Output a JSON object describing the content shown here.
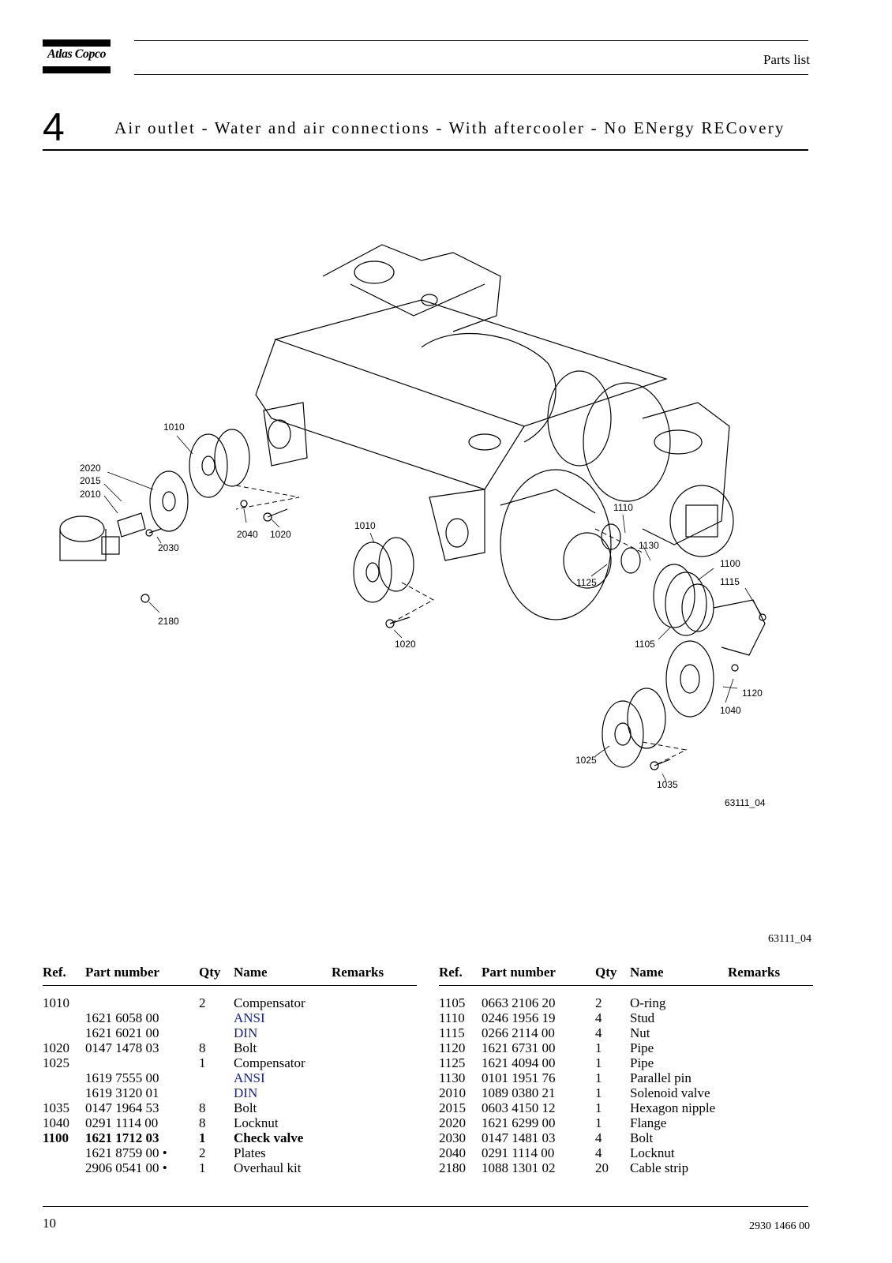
{
  "header": {
    "brand": "Atlas Copco",
    "section_label": "Parts list"
  },
  "section": {
    "number": "4",
    "title": "Air outlet - Water and air connections - With aftercooler - No ENergy RECovery"
  },
  "figure": {
    "inner_ref": "63111_04",
    "ref": "63111_04",
    "callouts": [
      "1010",
      "2020",
      "2015",
      "2010",
      "2040",
      "1020",
      "2030",
      "1010",
      "2180",
      "1020",
      "1110",
      "1130",
      "1100",
      "1125",
      "1115",
      "1105",
      "1120",
      "1040",
      "1025",
      "1035"
    ]
  },
  "table": {
    "headers": {
      "ref": "Ref.",
      "part": "Part number",
      "qty": "Qty",
      "name": "Name",
      "remarks": "Remarks"
    },
    "left": [
      {
        "ref": "1010",
        "part": "",
        "qty": "2",
        "name": "Compensator"
      },
      {
        "ref": "",
        "part": "1621 6058 00",
        "qty": "",
        "name": "ANSI",
        "variant": true
      },
      {
        "ref": "",
        "part": "1621 6021 00",
        "qty": "",
        "name": "DIN",
        "variant": true
      },
      {
        "ref": "1020",
        "part": "0147 1478 03",
        "qty": "8",
        "name": "Bolt"
      },
      {
        "ref": "1025",
        "part": "",
        "qty": "1",
        "name": "Compensator"
      },
      {
        "ref": "",
        "part": "1619 7555 00",
        "qty": "",
        "name": "ANSI",
        "variant": true
      },
      {
        "ref": "",
        "part": "1619 3120 01",
        "qty": "",
        "name": "DIN",
        "variant": true
      },
      {
        "ref": "1035",
        "part": "0147 1964 53",
        "qty": "8",
        "name": "Bolt"
      },
      {
        "ref": "1040",
        "part": "0291 1114 00",
        "qty": "8",
        "name": "Locknut"
      },
      {
        "ref": "1100",
        "part": "1621 1712 03",
        "qty": "1",
        "name": "Check valve",
        "bold": true
      },
      {
        "ref": "",
        "part": "1621 8759 00 •",
        "qty": "2",
        "name": "Plates"
      },
      {
        "ref": "",
        "part": "2906 0541 00 •",
        "qty": "1",
        "name": "Overhaul kit"
      }
    ],
    "right": [
      {
        "ref": "1105",
        "part": "0663 2106 20",
        "qty": "2",
        "name": "O-ring"
      },
      {
        "ref": "1110",
        "part": "0246 1956 19",
        "qty": "4",
        "name": "Stud"
      },
      {
        "ref": "1115",
        "part": "0266 2114 00",
        "qty": "4",
        "name": "Nut"
      },
      {
        "ref": "1120",
        "part": "1621 6731 00",
        "qty": "1",
        "name": "Pipe"
      },
      {
        "ref": "1125",
        "part": "1621 4094 00",
        "qty": "1",
        "name": "Pipe"
      },
      {
        "ref": "1130",
        "part": "0101 1951 76",
        "qty": "1",
        "name": "Parallel pin"
      },
      {
        "ref": "2010",
        "part": "1089 0380 21",
        "qty": "1",
        "name": "Solenoid valve"
      },
      {
        "ref": "2015",
        "part": "0603 4150 12",
        "qty": "1",
        "name": "Hexagon nipple"
      },
      {
        "ref": "2020",
        "part": "1621 6299 00",
        "qty": "1",
        "name": "Flange"
      },
      {
        "ref": "2030",
        "part": "0147 1481 03",
        "qty": "4",
        "name": "Bolt"
      },
      {
        "ref": "2040",
        "part": "0291 1114 00",
        "qty": "4",
        "name": "Locknut"
      },
      {
        "ref": "2180",
        "part": "1088 1301 02",
        "qty": "20",
        "name": "Cable strip"
      }
    ]
  },
  "footer": {
    "page": "10",
    "doc_number": "2930 1466 00"
  },
  "colors": {
    "variant_text": "#1a237e",
    "ink": "#000000"
  }
}
